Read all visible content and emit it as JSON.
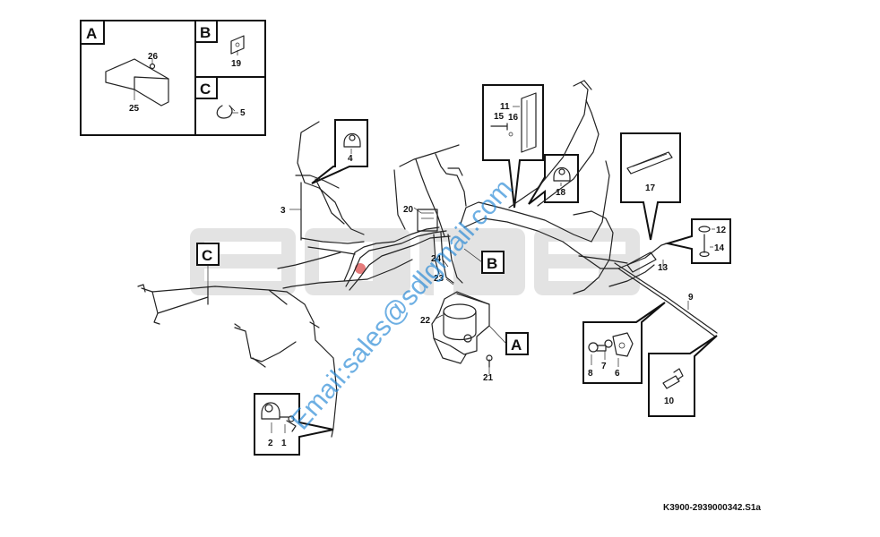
{
  "watermark": {
    "logo": "SDLG",
    "email": "Email:sales@sdlgmail.com"
  },
  "drawing_ref": "K3900-2939000342.S1a",
  "detail_views": {
    "A": {
      "letter": "A",
      "items": [
        "26",
        "25"
      ]
    },
    "B": {
      "letter": "B",
      "items": [
        "19"
      ]
    },
    "C": {
      "letter": "C",
      "items": [
        "5"
      ]
    }
  },
  "view_markers": [
    "C",
    "B",
    "A"
  ],
  "callout_numbers": {
    "n1": "1",
    "n2": "2",
    "n3": "3",
    "n4": "4",
    "n6": "6",
    "n7": "7",
    "n8": "8",
    "n9": "9",
    "n10": "10",
    "n11": "11",
    "n12": "12",
    "n13": "13",
    "n14": "14",
    "n15": "15",
    "n16": "16",
    "n17": "17",
    "n18": "18",
    "n20": "20",
    "n21": "21",
    "n22": "22",
    "n23": "23",
    "n24": "24"
  }
}
